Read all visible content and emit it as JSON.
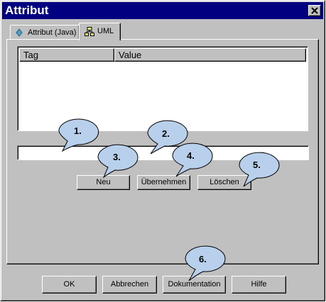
{
  "window": {
    "title": "Attribut"
  },
  "tabs": [
    {
      "label": "Attribut (Java)",
      "icon": "java-attribute-icon",
      "active": false
    },
    {
      "label": "UML",
      "icon": "uml-diagram-icon",
      "active": true
    }
  ],
  "table": {
    "columns": [
      "Tag",
      "Value"
    ],
    "rows": []
  },
  "value_field": {
    "value": ""
  },
  "actions": {
    "neu": "Neu",
    "uebernehmen": "Übernehmen",
    "loeschen": "Löschen"
  },
  "footer": {
    "ok": "OK",
    "abbrechen": "Abbrechen",
    "dokumentation": "Dokumentation",
    "hilfe": "Hilfe"
  },
  "callouts": [
    "1.",
    "2.",
    "3.",
    "4.",
    "5.",
    "6."
  ],
  "colors": {
    "titlebar": "#000080",
    "face": "#c0c0c0",
    "callout_fill": "#b8d0ec"
  }
}
